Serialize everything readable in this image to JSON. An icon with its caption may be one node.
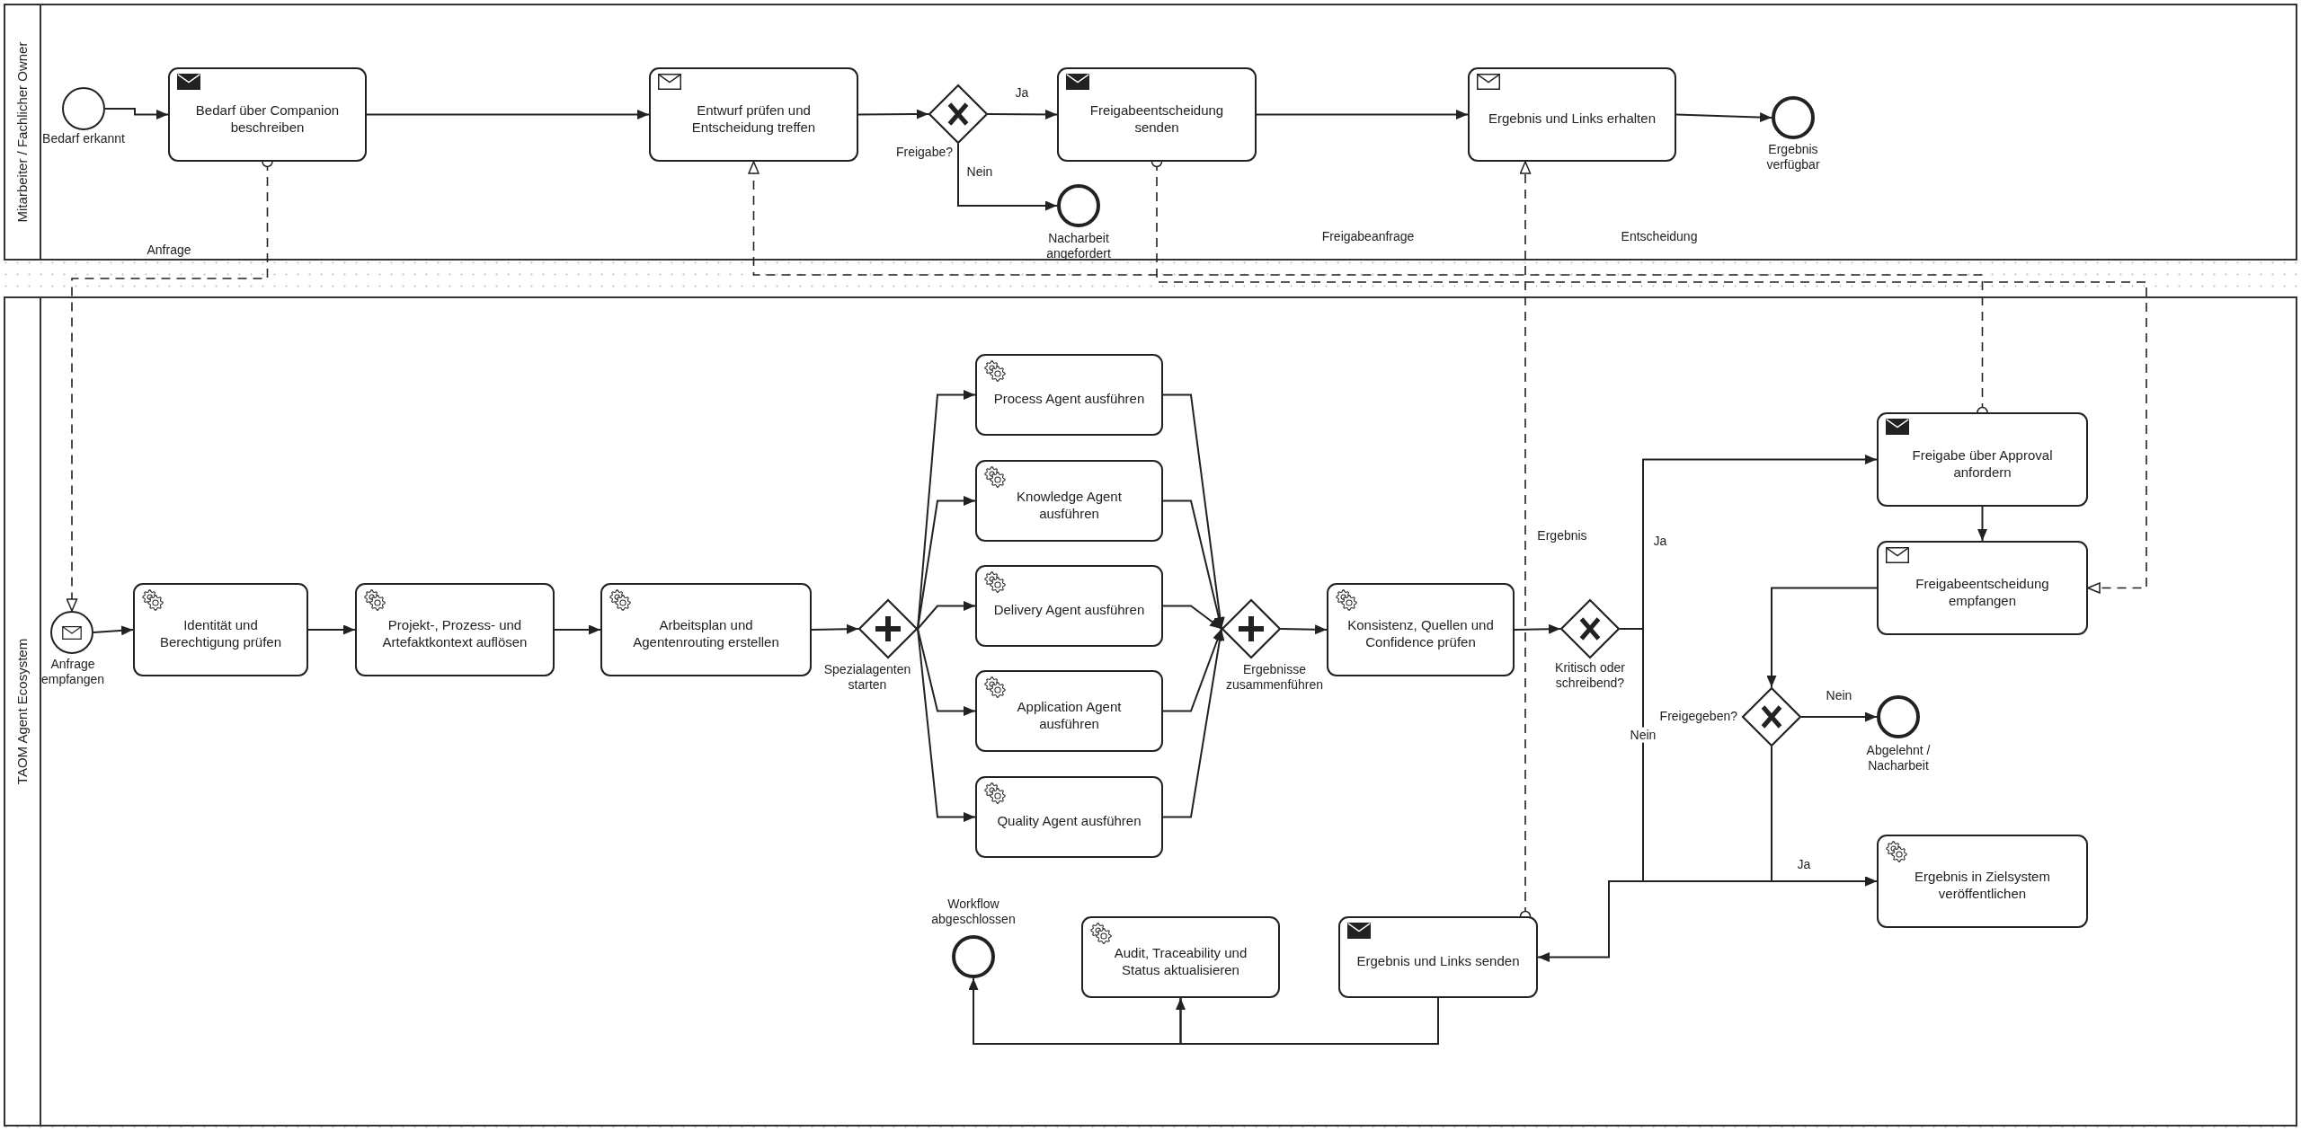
{
  "diagram": {
    "nodes": [
      {
        "text": [
          "Mitarbeiter / Fachlicher Owner"
        ]
      },
      {
        "text": [],
        "shape": "circle",
        "beside": [
          "Bedarf erkannt"
        ],
        "in": 0
      },
      {
        "text": [
          "Bedarf über Companion beschreiben"
        ],
        "in": 0
      },
      {
        "text": [
          "Entwurf prüfen und Entscheidung treffen"
        ],
        "in": 0
      },
      {
        "text": [],
        "shape": "diamond",
        "beside": [
          "Freigabe?"
        ],
        "in": 0
      },
      {
        "text": [
          "Freigabeentscheidung senden"
        ],
        "in": 0
      },
      {
        "text": [],
        "shape": "circle",
        "beside": [
          "Nacharbeit angefordert"
        ],
        "in": 0
      },
      {
        "text": [
          "Ergebnis und Links erhalten"
        ],
        "in": 0
      },
      {
        "text": [],
        "shape": "circle",
        "beside": [
          "Ergebnis verfügbar"
        ],
        "in": 0
      },
      {
        "text": [
          "TAOM Agent Ecosystem"
        ]
      },
      {
        "text": [],
        "shape": "circle",
        "beside": [
          "Anfrage empfangen"
        ],
        "in": 9
      },
      {
        "text": [
          "Identität und Berechtigung prüfen"
        ],
        "in": 9
      },
      {
        "text": [
          "Projekt-, Prozess- und Artefaktkontext auflösen"
        ],
        "in": 9
      },
      {
        "text": [
          "Arbeitsplan und Agentenrouting erstellen"
        ],
        "in": 9
      },
      {
        "text": [],
        "shape": "diamond",
        "beside": [
          "Spezialagenten starten"
        ],
        "in": 9
      },
      {
        "text": [
          "Process Agent ausführen"
        ],
        "in": 9
      },
      {
        "text": [
          "Knowledge Agent ausführen"
        ],
        "in": 9
      },
      {
        "text": [
          "Delivery Agent ausführen"
        ],
        "in": 9
      },
      {
        "text": [
          "Application Agent ausführen"
        ],
        "in": 9
      },
      {
        "text": [
          "Quality Agent ausführen"
        ],
        "in": 9
      },
      {
        "text": [],
        "shape": "diamond",
        "beside": [
          "Ergebnisse zusammenführen"
        ],
        "in": 9
      },
      {
        "text": [
          "Konsistenz, Quellen und Confidence prüfen"
        ],
        "in": 9
      },
      {
        "text": [],
        "shape": "diamond",
        "beside": [
          "Kritisch oder schreibend?"
        ],
        "in": 9
      },
      {
        "text": [
          "Freigabe über Approval anfordern"
        ],
        "in": 9
      },
      {
        "text": [
          "Freigabeentscheidung empfangen"
        ],
        "in": 9
      },
      {
        "text": [],
        "shape": "diamond",
        "beside": [
          "Freigegeben?"
        ],
        "in": 9
      },
      {
        "text": [],
        "shape": "circle",
        "beside": [
          "Abgelehnt / Nacharbeit"
        ],
        "in": 9
      },
      {
        "text": [
          "Ergebnis in Zielsystem veröffentlichen"
        ],
        "in": 9
      },
      {
        "text": [
          "Audit, Traceability und Status aktualisieren"
        ],
        "in": 9
      },
      {
        "text": [
          "Ergebnis und Links senden"
        ],
        "in": 9
      },
      {
        "text": [],
        "shape": "circle",
        "beside": [
          "Workflow abgeschlossen"
        ],
        "in": 9
      }
    ],
    "edges": [
      {
        "from": 1,
        "to": 2,
        "arrow": "to"
      },
      {
        "from": 2,
        "to": 3,
        "arrow": "to"
      },
      {
        "from": 3,
        "to": 4,
        "arrow": "to"
      },
      {
        "from": 4,
        "to": 5,
        "arrow": "to",
        "label": "Ja"
      },
      {
        "from": 4,
        "to": 6,
        "arrow": "to",
        "label": "Nein"
      },
      {
        "from": 5,
        "to": 7,
        "arrow": "to"
      },
      {
        "from": 7,
        "to": 8,
        "arrow": "to"
      },
      {
        "from": 2,
        "to": 10,
        "arrow": "to",
        "label": "Anfrage",
        "style": "dashed"
      },
      {
        "from": 23,
        "to": 3,
        "arrow": "to",
        "label": "Freigabeanfrage",
        "style": "dashed"
      },
      {
        "from": 5,
        "to": 24,
        "arrow": "to",
        "label": "Entscheidung",
        "style": "dashed"
      },
      {
        "from": 29,
        "to": 7,
        "arrow": "to",
        "label": "Ergebnis",
        "style": "dashed"
      },
      {
        "from": 10,
        "to": 11,
        "arrow": "to"
      },
      {
        "from": 11,
        "to": 12,
        "arrow": "to"
      },
      {
        "from": 12,
        "to": 13,
        "arrow": "to"
      },
      {
        "from": 13,
        "to": 14,
        "arrow": "to"
      },
      {
        "from": 14,
        "to": 15,
        "arrow": "to"
      },
      {
        "from": 14,
        "to": 16,
        "arrow": "to"
      },
      {
        "from": 14,
        "to": 17,
        "arrow": "to"
      },
      {
        "from": 14,
        "to": 18,
        "arrow": "to"
      },
      {
        "from": 14,
        "to": 19,
        "arrow": "to"
      },
      {
        "from": 15,
        "to": 20,
        "arrow": "to"
      },
      {
        "from": 16,
        "to": 20,
        "arrow": "to"
      },
      {
        "from": 17,
        "to": 20,
        "arrow": "to"
      },
      {
        "from": 18,
        "to": 20,
        "arrow": "to"
      },
      {
        "from": 19,
        "to": 20,
        "arrow": "to"
      },
      {
        "from": 20,
        "to": 21,
        "arrow": "to"
      },
      {
        "from": 21,
        "to": 22,
        "arrow": "to"
      },
      {
        "from": 22,
        "to": 23,
        "arrow": "to",
        "label": "Ja"
      },
      {
        "from": 22,
        "to": 27,
        "arrow": "to",
        "label": "Nein"
      },
      {
        "from": 23,
        "to": 24,
        "arrow": "to"
      },
      {
        "from": 24,
        "to": 25,
        "arrow": "to"
      },
      {
        "from": 25,
        "to": 26,
        "arrow": "to",
        "label": "Nein"
      },
      {
        "from": 25,
        "to": 27,
        "arrow": "to",
        "label": "Ja"
      },
      {
        "from": 27,
        "to": 29,
        "arrow": "to"
      },
      {
        "from": 29,
        "to": 28,
        "arrow": "to"
      },
      {
        "from": 28,
        "to": 30,
        "arrow": "to"
      }
    ]
  }
}
